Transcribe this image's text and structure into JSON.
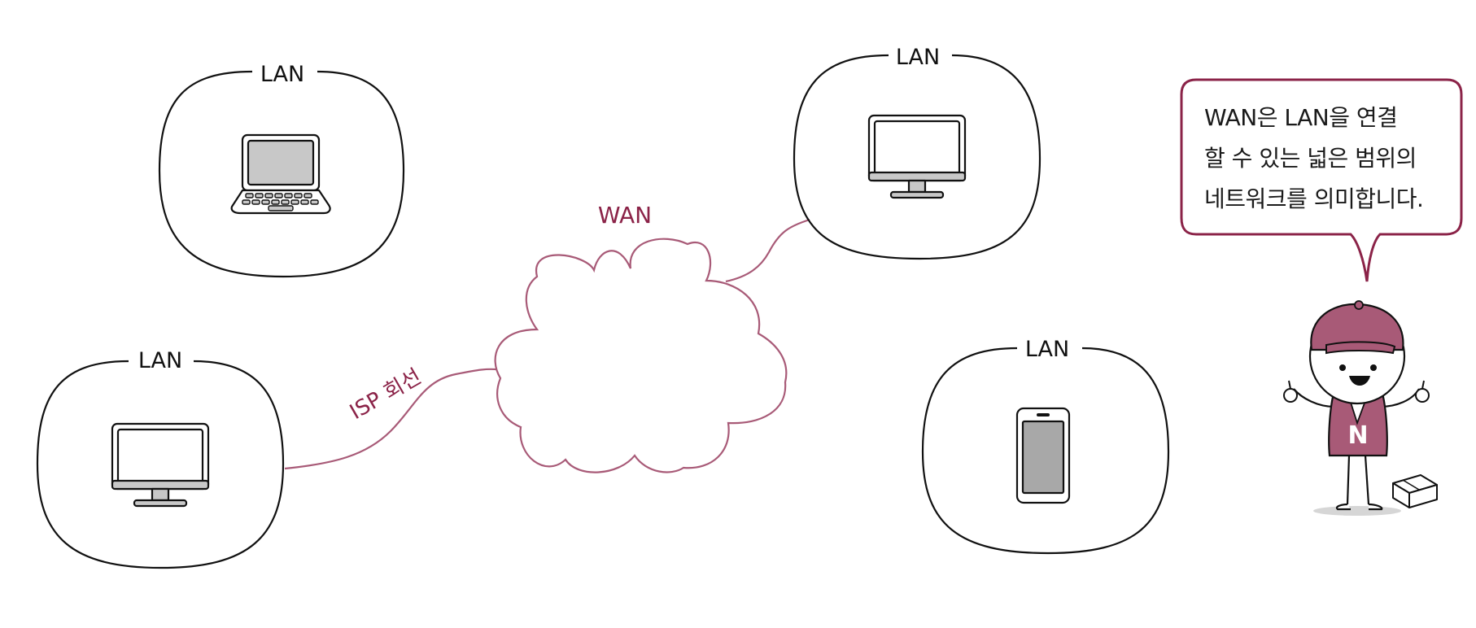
{
  "diagram": {
    "lan_label": "LAN",
    "wan_label": "WAN",
    "isp_label": "ISP 회선",
    "devices": [
      "laptop-icon",
      "monitor-icon",
      "monitor-icon",
      "smartphone-icon"
    ]
  },
  "speech": {
    "lines": [
      "WAN은 LAN을 연결",
      "할 수 있는 넓은 범위의",
      "네트워크를 의미합니다."
    ]
  },
  "mascot": {
    "badge_letter": "N"
  },
  "colors": {
    "accent": "#8b2348",
    "line": "#a85a77",
    "outline": "#111111",
    "device_fill": "#c8c8c8",
    "mascot_fill": "#a85a77"
  }
}
